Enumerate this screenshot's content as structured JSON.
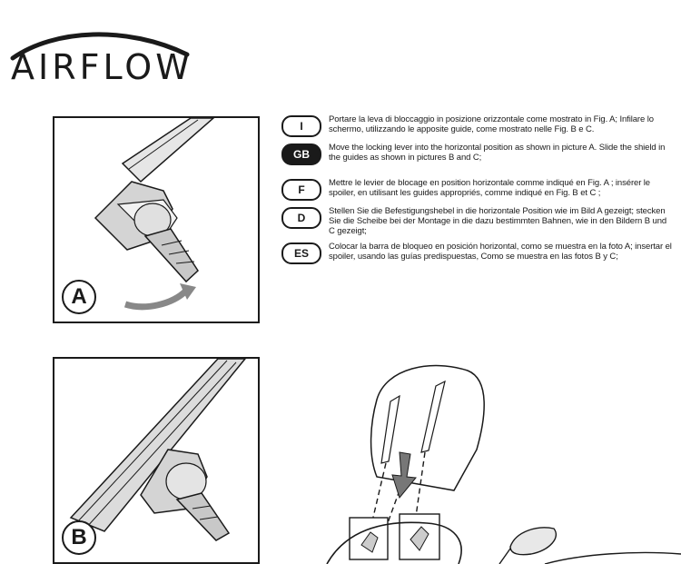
{
  "brand": {
    "name": "AIRFLOW"
  },
  "figures": {
    "a": {
      "letter": "A"
    },
    "b": {
      "letter": "B"
    }
  },
  "instructions": [
    {
      "lang": "I",
      "text": "Portare la leva di bloccaggio in posizione orizzontale come mostrato in Fig. A; Infilare lo schermo, utilizzando le apposite guide, come mostrato nelle Fig. B e C."
    },
    {
      "lang": "GB",
      "text": "Move the locking lever into the horizontal position as shown in picture A. Slide the shield in the guides as shown in pictures B and C;"
    },
    {
      "lang": "F",
      "text": "Mettre le levier de blocage en position  horizontale comme indiqué en Fig. A ; insérer le spoiler, en utilisant les guides appropriés, comme indiqué en Fig. B et C ;"
    },
    {
      "lang": "D",
      "text": "Stellen Sie die Befestigungshebel in die horizontale Position wie im Bild A gezeigt; stecken Sie die Scheibe bei der Montage in die dazu bestimmten Bahnen, wie in den Bildern B und C gezeigt;"
    },
    {
      "lang": "ES",
      "text": "Colocar la barra de bloqueo en posición  horizontal, como se muestra en la foto A; insertar el spoiler, usando las guías predispuestas, Como se muestra en las fotos B y C;"
    }
  ]
}
